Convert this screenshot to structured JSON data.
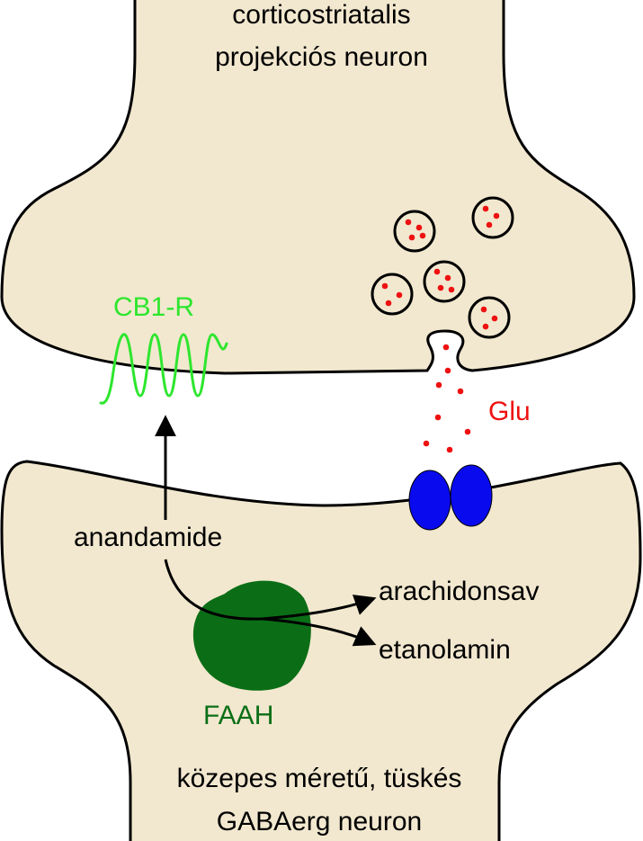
{
  "labels": {
    "top_neuron_line1": "corticostriatalis",
    "top_neuron_line2": "projekciós neuron",
    "bottom_neuron_line1": "közepes méretű, tüskés",
    "bottom_neuron_line2": "GABAerg neuron",
    "receptor": "CB1-R",
    "neurotransmitter": "Glu",
    "ligand": "anandamide",
    "enzyme": "FAAH",
    "product_1": "arachidonsav",
    "product_2": "etanolamin"
  },
  "colors": {
    "membrane_fill": "#f2e8cf",
    "outline": "#000000",
    "receptor": "#2ee62e",
    "glutamate": "#ee1111",
    "postsynaptic_receptor": "#0a0aee",
    "enzyme": "#0b6e16",
    "text": "#000000"
  }
}
